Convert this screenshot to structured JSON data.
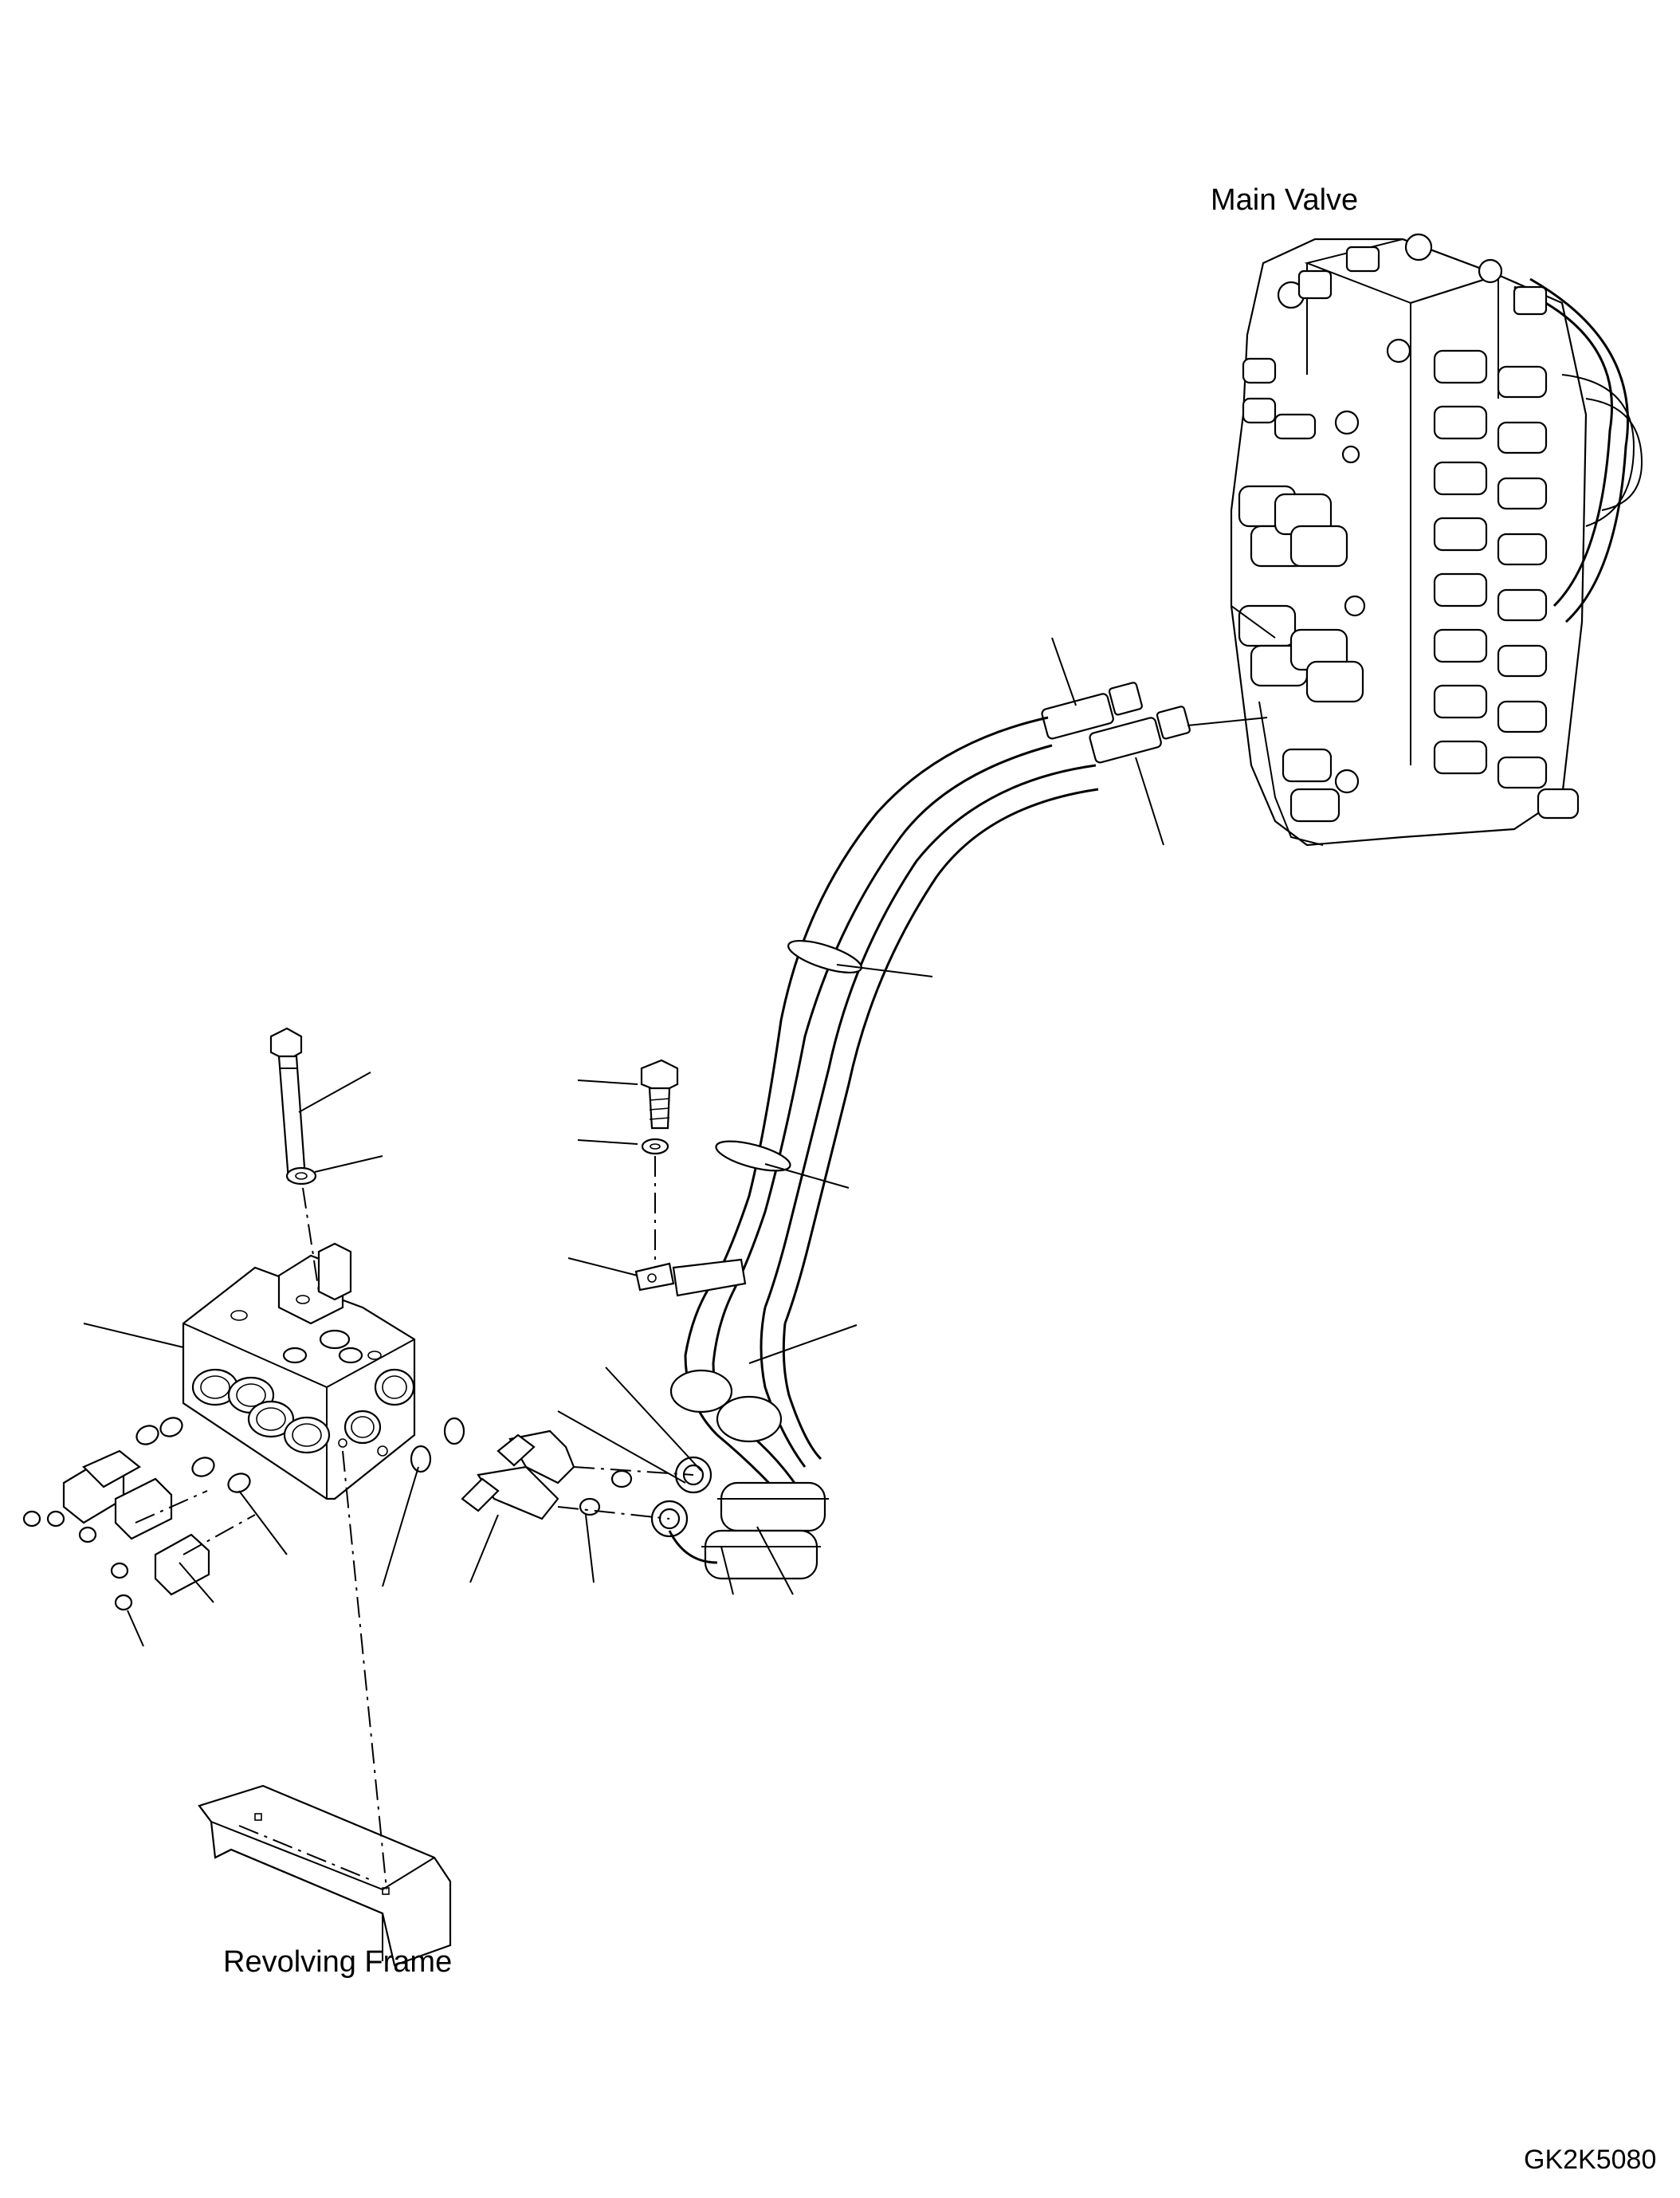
{
  "labels": {
    "main_valve": "Main Valve",
    "revolving_frame": "Revolving Frame",
    "drawing_code": "GK2K5080"
  },
  "colors": {
    "line": "#000000",
    "background": "#ffffff"
  }
}
